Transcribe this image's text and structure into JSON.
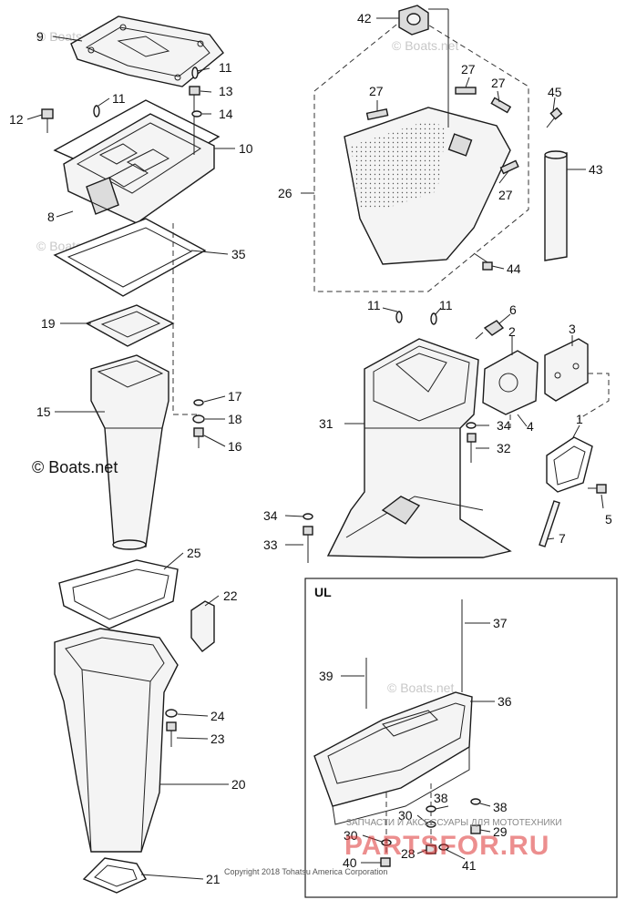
{
  "callouts": {
    "c1": "1",
    "c2": "2",
    "c3": "3",
    "c4": "4",
    "c5": "5",
    "c6": "6",
    "c7": "7",
    "c8": "8",
    "c9": "9",
    "c10": "10",
    "c11a": "11",
    "c11b": "11",
    "c11c": "11",
    "c11d": "11",
    "c12": "12",
    "c13": "13",
    "c14": "14",
    "c15": "15",
    "c16": "16",
    "c17": "17",
    "c18": "18",
    "c19": "19",
    "c20": "20",
    "c21": "21",
    "c22": "22",
    "c23": "23",
    "c24": "24",
    "c25": "25",
    "c26": "26",
    "c27a": "27",
    "c27b": "27",
    "c27c": "27",
    "c27d": "27",
    "c28": "28",
    "c29": "29",
    "c30a": "30",
    "c30b": "30",
    "c31": "31",
    "c32": "32",
    "c33": "33",
    "c34a": "34",
    "c34b": "34",
    "c35": "35",
    "c36": "36",
    "c37": "37",
    "c38a": "38",
    "c38b": "38",
    "c39": "39",
    "c40": "40",
    "c41": "41",
    "c42": "42",
    "c43": "43",
    "c44": "44",
    "c45": "45"
  },
  "inset_label": "UL",
  "watermark_main": "© Boats.net",
  "watermark_small": "© Boats.net",
  "copyright": "Copyright 2018 Tohatsu America Corporation",
  "brand_text": "PARTSFOR.RU",
  "brand_tagline": "ЗАПЧАСТИ И АКСЕССУАРЫ ДЛЯ МОТОТЕХНИКИ"
}
